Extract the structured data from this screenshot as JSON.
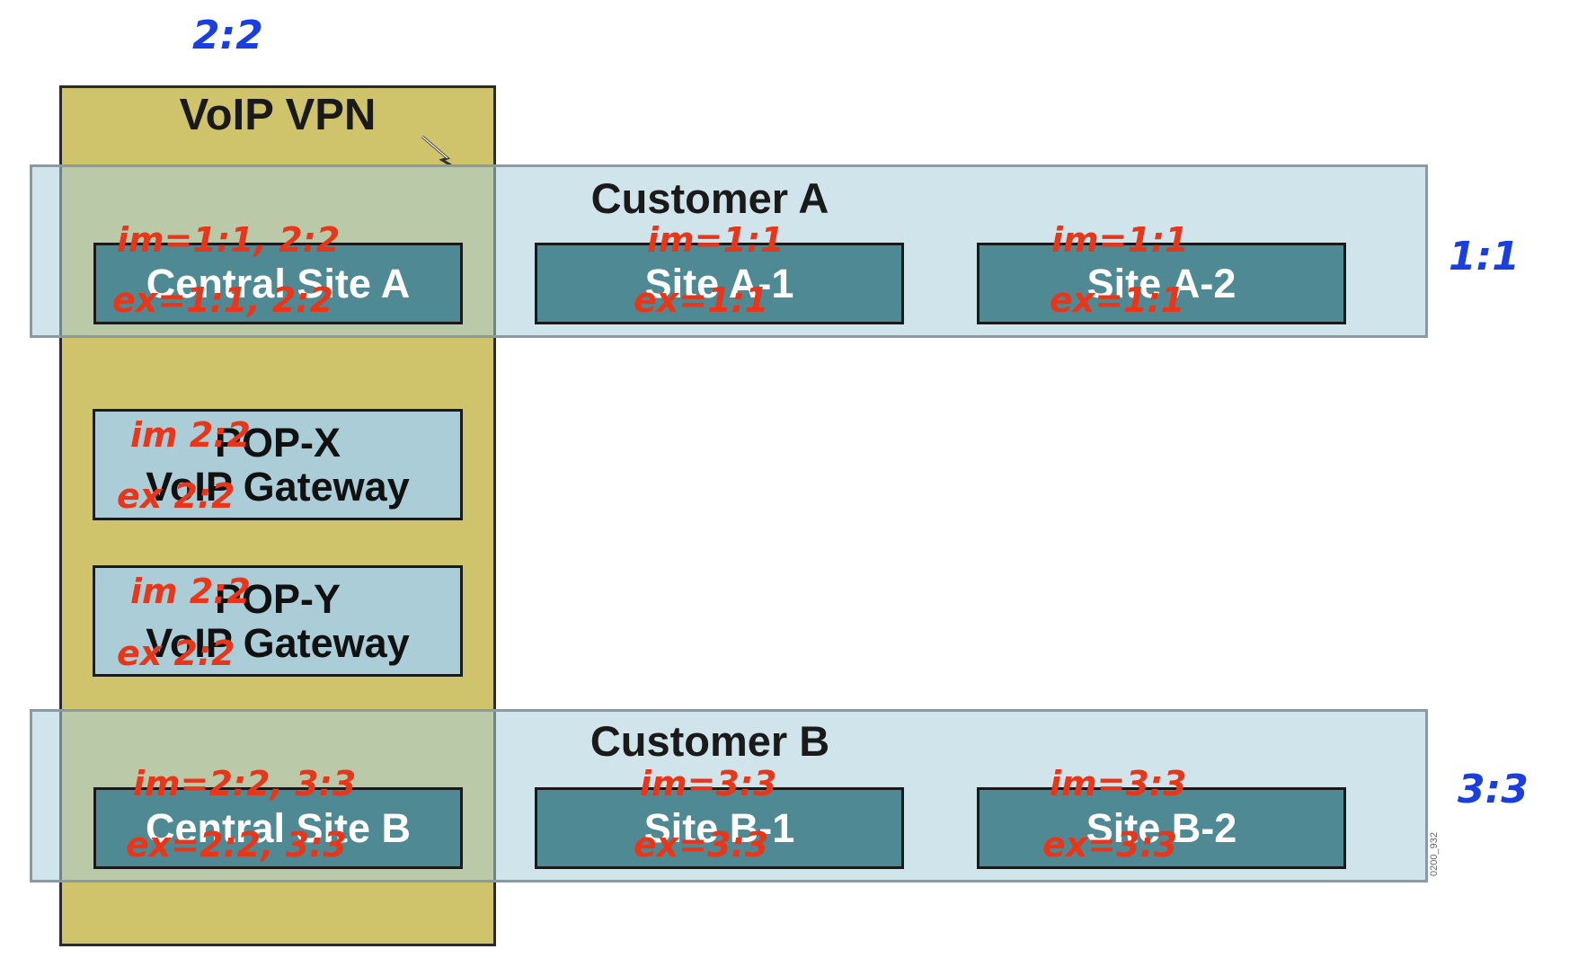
{
  "voip_vpn": {
    "title": "VoIP VPN",
    "note": "2:2"
  },
  "customer_a": {
    "title": "Customer A",
    "note": "1:1",
    "sites": [
      {
        "label": "Central Site A",
        "im": "im=1:1, 2:2",
        "ex": "ex=1:1, 2:2"
      },
      {
        "label": "Site A-1",
        "im": "im=1:1",
        "ex": "ex=1:1"
      },
      {
        "label": "Site A-2",
        "im": "im=1:1",
        "ex": "ex=1:1"
      }
    ]
  },
  "gateways": [
    {
      "line1": "POP-X",
      "line2": "VoIP Gateway",
      "im": "im 2:2",
      "ex": "ex 2:2"
    },
    {
      "line1": "POP-Y",
      "line2": "VoIP Gateway",
      "im": "im 2:2",
      "ex": "ex 2:2"
    }
  ],
  "customer_b": {
    "title": "Customer B",
    "note": "3:3",
    "sites": [
      {
        "label": "Central Site B",
        "im": "im=2:2, 3:3",
        "ex": "ex=2:2, 3:3"
      },
      {
        "label": "Site B-1",
        "im": "im=3:3",
        "ex": "ex=3:3"
      },
      {
        "label": "Site B-2",
        "im": "im=3:3",
        "ex": "ex=3:3"
      }
    ]
  },
  "figure_code": "0200_932",
  "colors": {
    "voip_fill": "#cfc46c",
    "customer_fill": "#aacdda",
    "site_fill": "#4f8a94",
    "annotation_red": "#e8361a",
    "annotation_blue": "#1a3fe0"
  }
}
